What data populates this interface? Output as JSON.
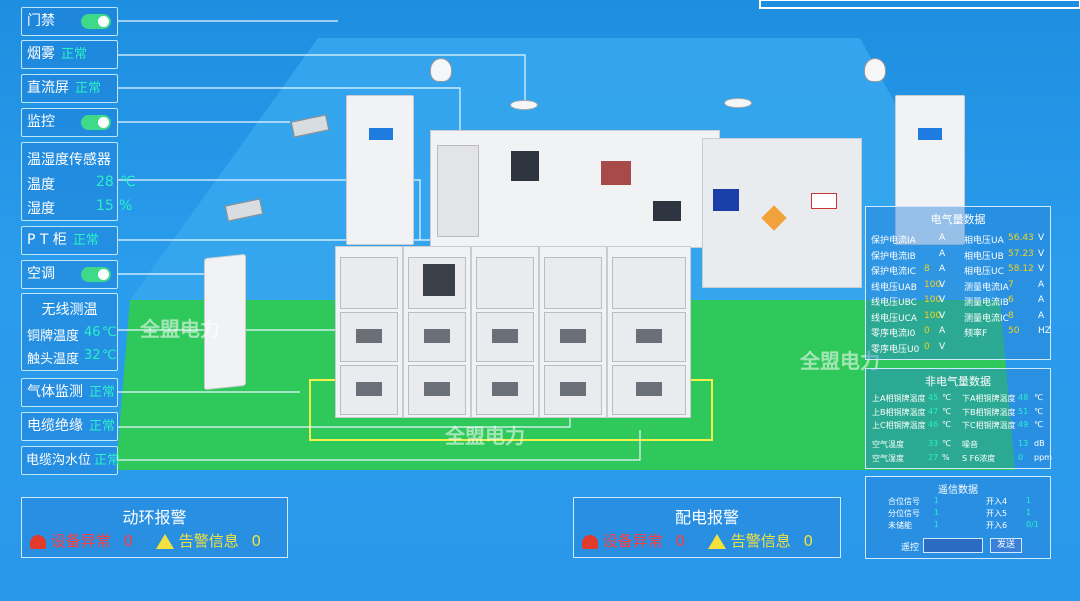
{
  "left_panel": {
    "door": {
      "label": "门禁"
    },
    "smoke": {
      "label": "烟雾",
      "value": "正常"
    },
    "dc_screen": {
      "label": "直流屏",
      "value": "正常"
    },
    "monitor": {
      "label": "监控"
    },
    "th_sensor": {
      "title": "温湿度传感器",
      "temp_label": "温度",
      "temp_value": "28",
      "temp_unit": "℃",
      "hum_label": "湿度",
      "hum_value": "15",
      "hum_unit": "%"
    },
    "pt_cabinet": {
      "label": "P T 柜",
      "value": "正常"
    },
    "ac": {
      "label": "空调"
    },
    "wireless_temp": {
      "title": "无线测温",
      "busbar_label": "铜牌温度",
      "busbar_value": "46",
      "busbar_unit": "℃",
      "contact_label": "触头温度",
      "contact_value": "32",
      "contact_unit": "℃"
    },
    "gas": {
      "label": "气体监测",
      "value": "正常"
    },
    "cable_insulation": {
      "label": "电缆绝缘",
      "value": "正常"
    },
    "cable_trench": {
      "label": "电缆沟水位",
      "value": "正常"
    }
  },
  "alarms": {
    "env": {
      "title": "动环报警",
      "device_label": "设备异常",
      "device_count": "0",
      "warn_label": "告警信息",
      "warn_count": "0"
    },
    "power": {
      "title": "配电报警",
      "device_label": "设备异常",
      "device_count": "0",
      "warn_label": "告警信息",
      "warn_count": "0"
    }
  },
  "electrical": {
    "title": "电气量数据",
    "rows": [
      {
        "l1": "保护电流IA",
        "v1": "",
        "u1": "A",
        "l2": "相电压UA",
        "v2": "56.43",
        "u2": "V"
      },
      {
        "l1": "保护电流IB",
        "v1": "",
        "u1": "A",
        "l2": "相电压UB",
        "v2": "57.23",
        "u2": "V"
      },
      {
        "l1": "保护电流IC",
        "v1": "8",
        "u1": "A",
        "l2": "相电压UC",
        "v2": "58.12",
        "u2": "V"
      },
      {
        "l1": "线电压UAB",
        "v1": "100",
        "u1": "V",
        "l2": "测量电流IA",
        "v2": "7",
        "u2": "A"
      },
      {
        "l1": "线电压UBC",
        "v1": "100",
        "u1": "V",
        "l2": "测量电流IB",
        "v2": "6",
        "u2": "A"
      },
      {
        "l1": "线电压UCA",
        "v1": "100",
        "u1": "V",
        "l2": "测量电流IC",
        "v2": "8",
        "u2": "A"
      },
      {
        "l1": "零序电流I0",
        "v1": "0",
        "u1": "A",
        "l2": "频率F",
        "v2": "50",
        "u2": "HZ"
      },
      {
        "l1": "零序电压U0",
        "v1": "0",
        "u1": "V",
        "l2": "",
        "v2": "",
        "u2": ""
      }
    ]
  },
  "non_electrical": {
    "title": "非电气量数据",
    "rows": [
      {
        "l1": "上A相铜牌温度",
        "v1": "45",
        "u1": "℃",
        "l2": "下A相铜牌温度",
        "v2": "48",
        "u2": "℃"
      },
      {
        "l1": "上B相铜牌温度",
        "v1": "47",
        "u1": "℃",
        "l2": "下B相铜牌温度",
        "v2": "51",
        "u2": "℃"
      },
      {
        "l1": "上C相铜牌温度",
        "v1": "46",
        "u1": "℃",
        "l2": "下C相铜牌温度",
        "v2": "49",
        "u2": "℃"
      },
      {
        "l1": "空气温度",
        "v1": "33",
        "u1": "℃",
        "l2": "噪音",
        "v2": "13",
        "u2": "dB"
      },
      {
        "l1": "空气湿度",
        "v1": "27",
        "u1": "%",
        "l2": "S F6浓度",
        "v2": "0",
        "u2": "ppm"
      }
    ]
  },
  "remote": {
    "title": "遥信数据",
    "rows": [
      {
        "l1": "合位信号",
        "v1": "1",
        "l2": "开入4",
        "v2": "1"
      },
      {
        "l1": "分位信号",
        "v1": "1",
        "l2": "开入5",
        "v2": "1"
      },
      {
        "l1": "未储能",
        "v1": "1",
        "l2": "开入6",
        "v2": "0/1"
      }
    ],
    "control_label": "遥控",
    "send_label": "发送"
  },
  "watermark": "全盟电力",
  "colors": {
    "ok": "#2bf0c8",
    "toggle": "#3fd98a",
    "floor": "#2fc85a",
    "accent_yellow": "#f5d21b"
  }
}
